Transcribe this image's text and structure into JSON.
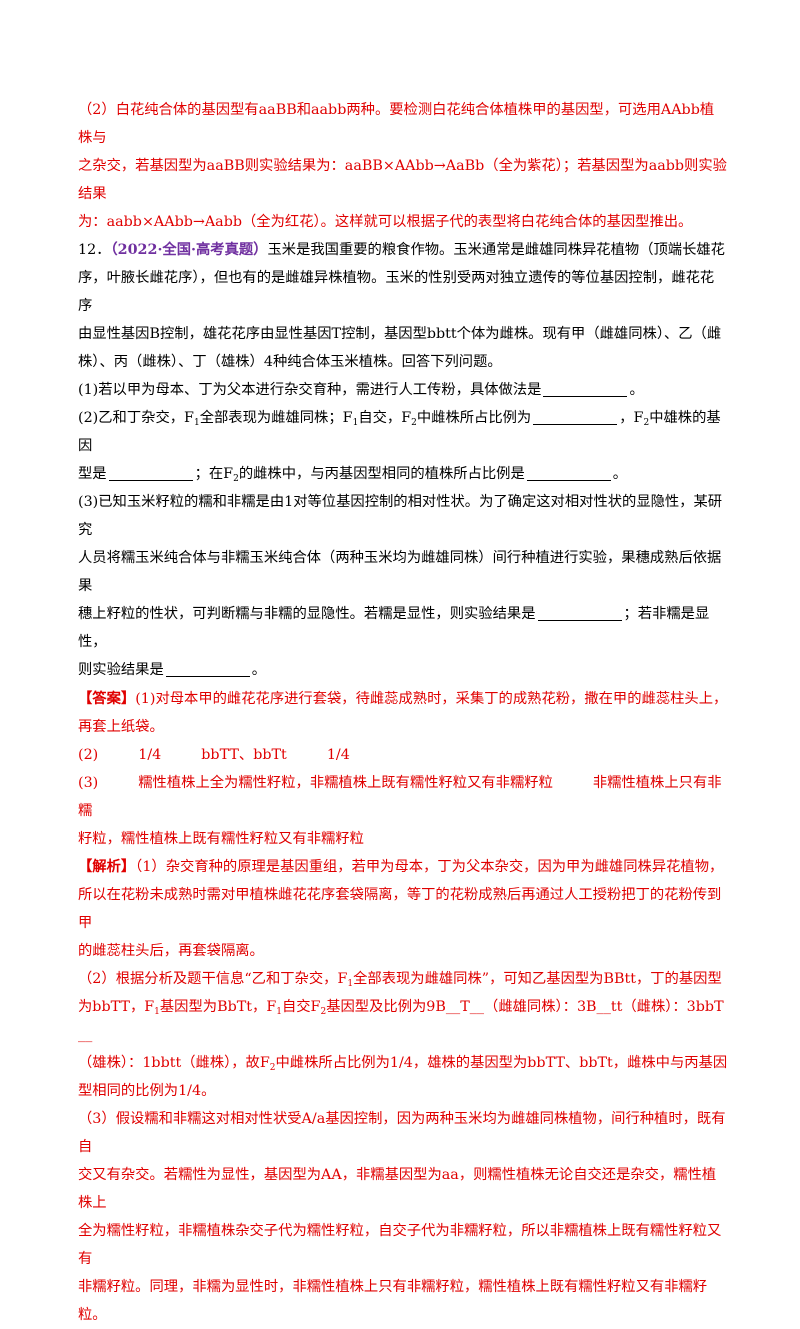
{
  "prev_answer": {
    "line1": "（2）白花纯合体的基因型有aaBB和aabb两种。要检测白花纯合体植株甲的基因型，可选用AAbb植株与",
    "line2": "之杂交，若基因型为aaBB则实验结果为：aaBB×AAbb→AaBb（全为紫花）；若基因型为aabb则实验结果",
    "line3": "为：aabb×AAbb→Aabb（全为红花）。这样就可以根据子代的表型将白花纯合体的基因型推出。"
  },
  "question": {
    "number": "12．",
    "source": "（2022·全国·高考真题）",
    "stem1": "玉米是我国重要的粮食作物。玉米通常是雌雄同株异花植物（顶端长雄花",
    "stem2": "序，叶腋长雌花序），但也有的是雌雄异株植物。玉米的性别受两对独立遗传的等位基因控制，雌花花序",
    "stem3": "由显性基因B控制，雄花花序由显性基因T控制，基因型bbtt个体为雌株。现有甲（雌雄同株）、乙（雌",
    "stem4": "株）、丙（雌株）、丁（雄株）4种纯合体玉米植株。回答下列问题。",
    "q1": "(1)若以甲为母本、丁为父本进行杂交育种，需进行人工传粉，具体做法是",
    "q1_end": "。",
    "q2_a": "(2)乙和丁杂交，F",
    "q2_b": "全部表现为雌雄同株；F",
    "q2_c": "自交，F",
    "q2_d": "中雌株所占比例为",
    "q2_e": "，F",
    "q2_f": "中雄株的基因",
    "q2_g": "型是",
    "q2_h": "；在F",
    "q2_i": "的雌株中，与丙基因型相同的植株所占比例是",
    "q2_j": "。",
    "q3_1": "(3)已知玉米籽粒的糯和非糯是由1对等位基因控制的相对性状。为了确定这对相对性状的显隐性，某研究",
    "q3_2": "人员将糯玉米纯合体与非糯玉米纯合体（两种玉米均为雌雄同株）间行种植进行实验，果穗成熟后依据果",
    "q3_3": "穗上籽粒的性状，可判断糯与非糯的显隐性。若糯是显性，则实验结果是",
    "q3_4": "；若非糯是显性，",
    "q3_5": "则实验结果是",
    "q3_6": "。",
    "sub1": "1",
    "sub2": "2"
  },
  "answer": {
    "label": "【答案】",
    "a1_1": "(1)对母本甲的雌花花序进行套袋，待雌蕊成熟时，采集丁的成熟花粉，撒在甲的雌蕊柱头上，",
    "a1_2": "再套上纸袋。",
    "a2_num": "(2)",
    "a2_v1": "1/4",
    "a2_v2": "bbTT、bbTt",
    "a2_v3": "1/4",
    "a3_num": "(3)",
    "a3_v1": "糯性植株上全为糯性籽粒，非糯植株上既有糯性籽粒又有非糯籽粒",
    "a3_v2": "非糯性植株上只有非糯",
    "a3_v3": "籽粒，糯性植株上既有糯性籽粒又有非糯籽粒"
  },
  "analysis": {
    "label": "【解析】",
    "p1_1": "（1）杂交育种的原理是基因重组，若甲为母本，丁为父本杂交，因为甲为雌雄同株异花植物，",
    "p1_2": "所以在花粉未成熟时需对甲植株雌花花序套袋隔离，等丁的花粉成熟后再通过人工授粉把丁的花粉传到甲",
    "p1_3": "的雌蕊柱头后，再套袋隔离。",
    "p2_1a": "（2）根据分析及题干信息“乙和丁杂交，F",
    "p2_1b": "全部表现为雌雄同株”，可知乙基因型为BBtt，丁的基因型",
    "p2_2a": "为bbTT，F",
    "p2_2b": "基因型为BbTt，F",
    "p2_2c": "自交F",
    "p2_2d": "基因型及比例为9B__T__（雌雄同株）：3B__tt（雌株）：3bbT__",
    "p2_3a": "（雄株）：1bbtt（雌株），故F",
    "p2_3b": "中雌株所占比例为1/4，雄株的基因型为bbTT、bbTt，雌株中与丙基因",
    "p2_4": "型相同的比例为1/4。",
    "p3_1": "（3）假设糯和非糯这对相对性状受A/a基因控制，因为两种玉米均为雌雄同株植物，间行种植时，既有自",
    "p3_2": "交又有杂交。若糯性为显性，基因型为AA，非糯基因型为aa，则糯性植株无论自交还是杂交，糯性植株上",
    "p3_3": "全为糯性籽粒，非糯植株杂交子代为糯性籽粒，自交子代为非糯籽粒，所以非糯植株上既有糯性籽粒又有",
    "p3_4": "非糯籽粒。同理，非糯为显性时，非糯性植株上只有非糯籽粒，糯性植株上既有糯性籽粒又有非糯籽粒。"
  }
}
